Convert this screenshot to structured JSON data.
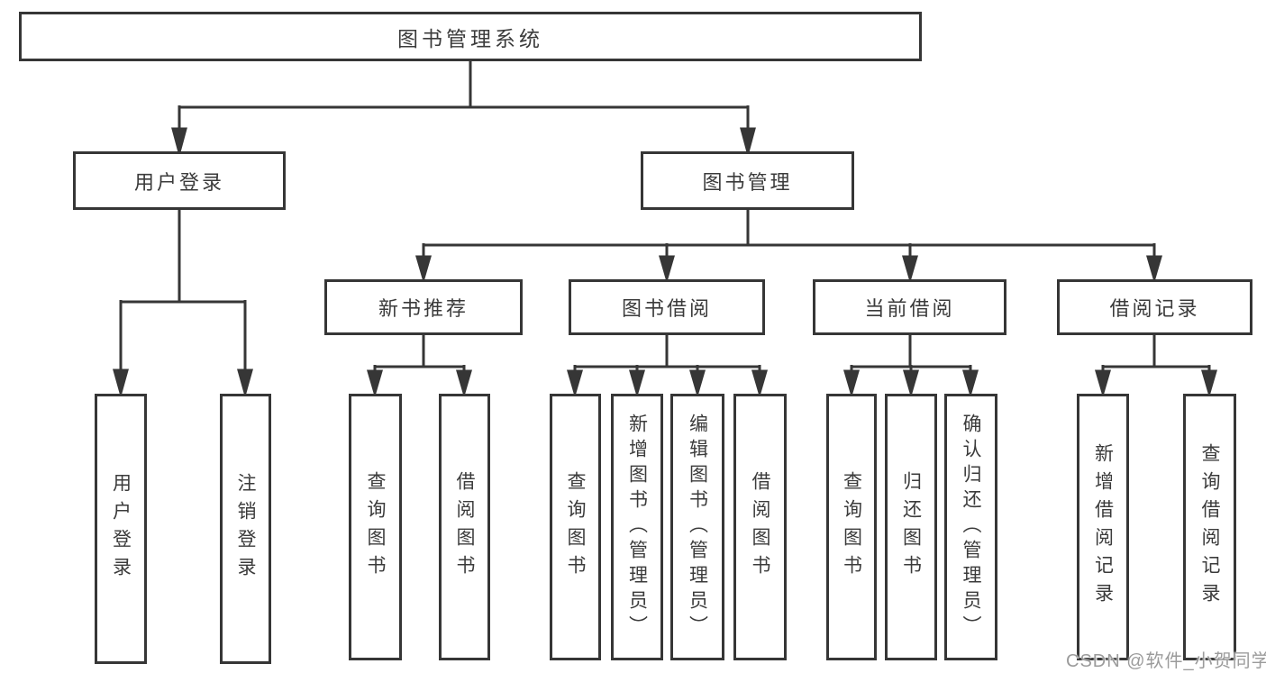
{
  "diagram": {
    "title": "图书管理系统",
    "root": {
      "label": "图书管理系统"
    },
    "level2": [
      {
        "label": "用户登录"
      },
      {
        "label": "图书管理"
      }
    ],
    "level3": [
      {
        "label": "新书推荐"
      },
      {
        "label": "图书借阅"
      },
      {
        "label": "当前借阅"
      },
      {
        "label": "借阅记录"
      }
    ],
    "leaves": [
      {
        "label": "用户登录",
        "parent": "用户登录"
      },
      {
        "label": "注销登录",
        "parent": "用户登录"
      },
      {
        "label": "查询图书",
        "parent": "新书推荐"
      },
      {
        "label": "借阅图书",
        "parent": "新书推荐"
      },
      {
        "label": "查询图书",
        "parent": "图书借阅"
      },
      {
        "label": "新增图书（管理员）",
        "parent": "图书借阅"
      },
      {
        "label": "编辑图书（管理员）",
        "parent": "图书借阅"
      },
      {
        "label": "借阅图书",
        "parent": "图书借阅"
      },
      {
        "label": "查询图书",
        "parent": "当前借阅"
      },
      {
        "label": "归还图书",
        "parent": "当前借阅"
      },
      {
        "label": "确认归还（管理员）",
        "parent": "当前借阅"
      },
      {
        "label": "新增借阅记录",
        "parent": "借阅记录"
      },
      {
        "label": "查询借阅记录",
        "parent": "借阅记录"
      }
    ]
  },
  "watermark": {
    "text": "CSDN @软件_小贺同学"
  },
  "colors": {
    "line": "#363636",
    "box_border": "#363636",
    "text": "#3b3b3b",
    "watermark": "#9b9b9b",
    "background": "#ffffff"
  }
}
